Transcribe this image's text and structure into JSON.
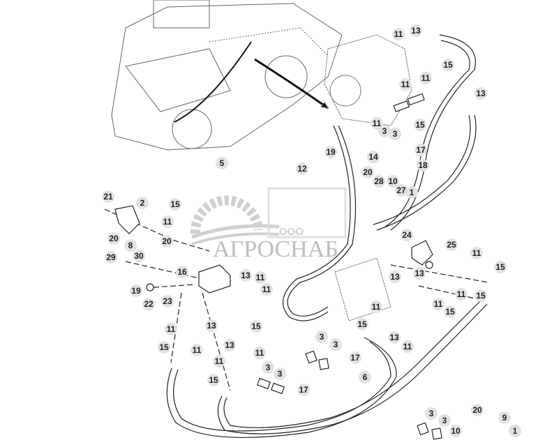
{
  "watermark": {
    "prefix": "ООО",
    "name": "АГРОСНАБ",
    "color": "#bdbdbd"
  },
  "colors": {
    "line": "#222222",
    "callout_fill": "#e2e2e2",
    "background": "#ffffff"
  },
  "callouts": [
    "11",
    "13",
    "15",
    "11",
    "11",
    "13",
    "11",
    "15",
    "3",
    "3",
    "17",
    "14",
    "20",
    "18",
    "28",
    "10",
    "27",
    "1",
    "19",
    "12",
    "5",
    "21",
    "2",
    "20",
    "8",
    "20",
    "15",
    "11",
    "29",
    "30",
    "19",
    "16",
    "22",
    "23",
    "13",
    "11",
    "11",
    "15",
    "11",
    "13",
    "11",
    "15",
    "13",
    "11",
    "11",
    "15",
    "3",
    "3",
    "17",
    "3",
    "3",
    "17",
    "6",
    "24",
    "25",
    "11",
    "15",
    "13",
    "13",
    "11",
    "15",
    "11",
    "15",
    "13",
    "11",
    "11",
    "15",
    "3",
    "3",
    "10",
    "20",
    "9",
    "1"
  ]
}
